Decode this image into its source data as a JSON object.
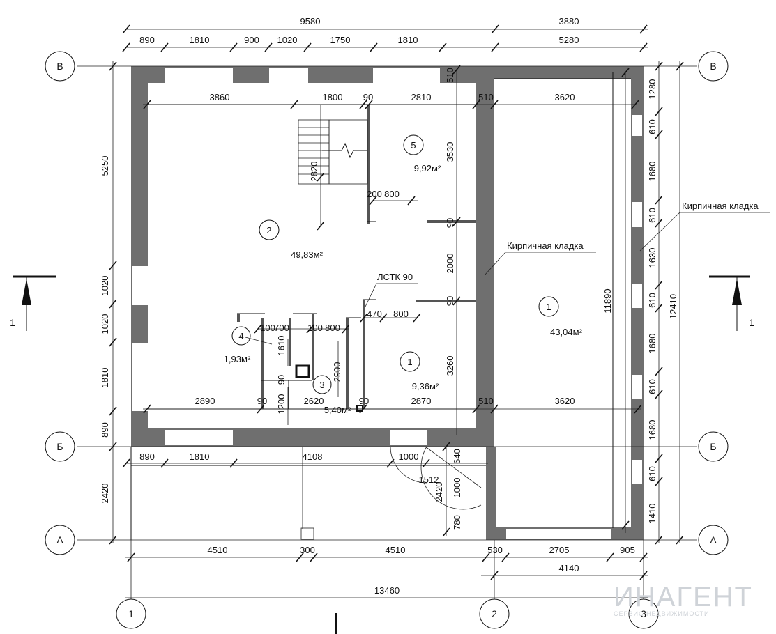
{
  "top_dims_row1": [
    "9580",
    "3880"
  ],
  "top_dims_row2": [
    "890",
    "1810",
    "900",
    "1020",
    "1750",
    "1810",
    "5280"
  ],
  "inner_top_dims": [
    "3860",
    "1800",
    "90",
    "2810",
    "510",
    "3620"
  ],
  "inner_mid_dims": [
    "2890",
    "90",
    "2620",
    "90",
    "2870",
    "510",
    "3620"
  ],
  "bottom_row1": [
    "890",
    "1810",
    "4108",
    "1000"
  ],
  "bottom_row2": [
    "4510",
    "300",
    "4510",
    "530",
    "2705",
    "905"
  ],
  "bottom_row3": [
    "4140"
  ],
  "bottom_total": "13460",
  "left_dims": [
    "5250",
    "1020",
    "1020",
    "1810",
    "890",
    "2420"
  ],
  "right_dims": [
    "1280",
    "610",
    "1680",
    "610",
    "1630",
    "610",
    "1680",
    "610",
    "1680",
    "610",
    "1410"
  ],
  "right_total": "12410",
  "vert_inner": [
    "3530",
    "2000",
    "3260",
    "11890",
    "2820",
    "1610",
    "2900",
    "1200",
    "90",
    "90",
    "90",
    "510",
    "640",
    "1000",
    "780",
    "2420"
  ],
  "small_dims": [
    "200",
    "800",
    "470",
    "800",
    "100",
    "700",
    "100",
    "800",
    "1512"
  ],
  "axes_h": [
    "В",
    "Б",
    "А"
  ],
  "axes_v": [
    "1",
    "2",
    "3"
  ],
  "section_label": "1",
  "rooms": [
    {
      "num": "1",
      "area": "43,04м²"
    },
    {
      "num": "2",
      "area": "49,83м²"
    },
    {
      "num": "1",
      "area": "9,36м²"
    },
    {
      "num": "3",
      "area": "5,40м²"
    },
    {
      "num": "4",
      "area": "1,93м²"
    },
    {
      "num": "5",
      "area": "9,92м²"
    }
  ],
  "notes": [
    "Кирпичная кладка",
    "Кирпичная кладка",
    "ЛСТК 90"
  ],
  "watermark": "ИНАГЕНТ",
  "watermark_sub": "СЕРВИС НЕДВИЖИМОСТИ"
}
